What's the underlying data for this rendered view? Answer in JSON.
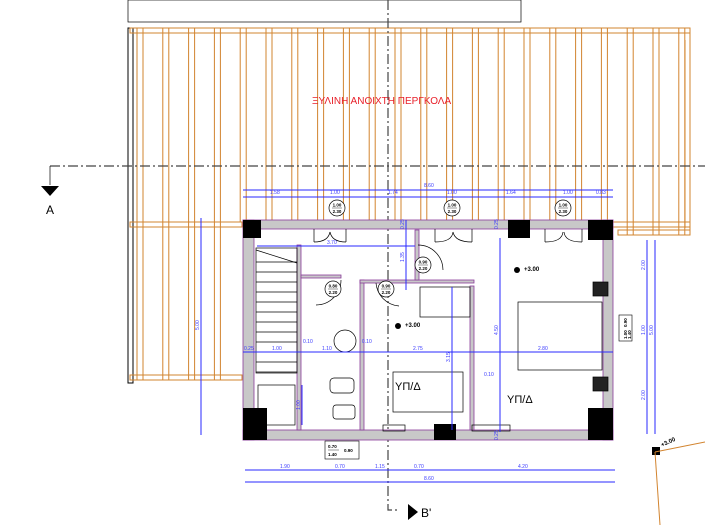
{
  "plan": {
    "pergola_label": "ΞΥΛΙΝΗ ΑΝΟΙΧΤΗ ΠΕΡΓΚΟΛΑ",
    "section_a": "A",
    "section_b": "B'",
    "rooms": [
      "ΥΠ/Δ",
      "ΥΠ/Δ"
    ],
    "elevations": [
      "+3.00",
      "+3.00",
      "+3.00"
    ],
    "top_dims": {
      "total": "8.60",
      "segments": [
        "1.58",
        "1.00",
        "1.74",
        "1.00",
        "1.64",
        "1.00",
        "0.83"
      ]
    },
    "bottom_dims": {
      "total": "8.60",
      "segments": [
        "1.90",
        "0.70",
        "1.15",
        "0.70",
        "4.20"
      ]
    },
    "right_dims": {
      "total": "5.00",
      "segments": [
        "2.00",
        "1.00",
        "2.00"
      ]
    },
    "left_dim": "5.00",
    "interior_dims": [
      "3.70",
      "1.35",
      "0.25",
      "0.25",
      "4.50",
      "3.15",
      "0.25",
      "1.00",
      "1.10",
      "0.10",
      "0.10",
      "2.75",
      "2.80",
      "0.10",
      "1.00",
      "0.25"
    ],
    "door_tags": [
      {
        "w": "1.00",
        "h": "2.30"
      },
      {
        "w": "1.00",
        "h": "2.30"
      },
      {
        "w": "1.00",
        "h": "2.30"
      },
      {
        "w": "0.90",
        "h": "2.20"
      },
      {
        "w": "0.80",
        "h": "2.20"
      },
      {
        "w": "0.90",
        "h": "2.20"
      }
    ],
    "window_tag": {
      "w": "0.70",
      "h": "1.40",
      "sill": "0.90"
    },
    "side_window_tag": {
      "w": "1.00",
      "h": "1.40",
      "sill": "0.90"
    },
    "colors": {
      "pergola": "#d2842f",
      "dimension": "#2a2aff",
      "label": "#e8202a",
      "wall": "#c8c8c8",
      "wall_edge": "#8a3c9a"
    }
  }
}
